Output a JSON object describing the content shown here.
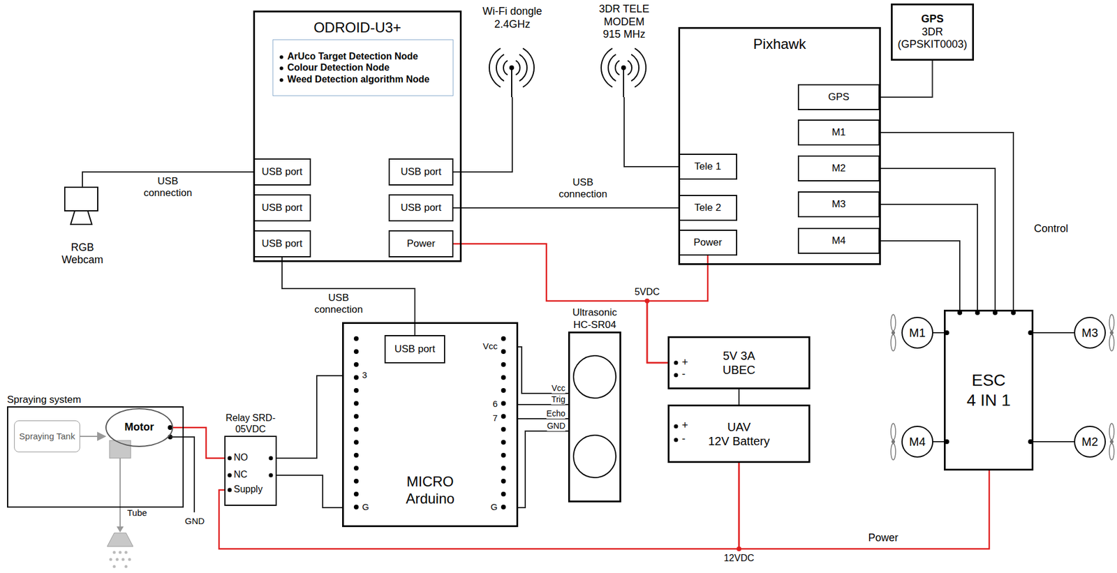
{
  "diagram": {
    "nodes": [
      {
        "text": [
          "ODROID-U3+"
        ]
      },
      {
        "text": [
          "ArUco Target Detection Node",
          "Colour Detection Node",
          "Weed Detection algorithm Node"
        ],
        "in": 0
      },
      {
        "text": [
          "USB port"
        ],
        "in": 0
      },
      {
        "text": [
          "USB port"
        ],
        "in": 0
      },
      {
        "text": [
          "USB port"
        ],
        "in": 0
      },
      {
        "text": [
          "USB port"
        ],
        "in": 0
      },
      {
        "text": [
          "USB port"
        ],
        "in": 0
      },
      {
        "text": [
          "Power"
        ],
        "in": 0
      },
      {
        "text": [
          "Wi-Fi dongle",
          "2.4GHz"
        ]
      },
      {
        "text": [
          "3DR TELE MODEM",
          "915 MHz"
        ]
      },
      {
        "text": [
          "Pixhawk"
        ]
      },
      {
        "text": [
          "GPS"
        ],
        "in": 10
      },
      {
        "text": [
          "M1"
        ],
        "in": 10
      },
      {
        "text": [
          "M2"
        ],
        "in": 10
      },
      {
        "text": [
          "M3"
        ],
        "in": 10
      },
      {
        "text": [
          "M4"
        ],
        "in": 10
      },
      {
        "text": [
          "Tele 1"
        ],
        "in": 10
      },
      {
        "text": [
          "Tele 2"
        ],
        "in": 10
      },
      {
        "text": [
          "Power"
        ],
        "in": 10
      },
      {
        "text": [
          "GPS",
          "3DR (GPSKIT0003)"
        ]
      },
      {
        "text": [
          "RGB Webcam"
        ]
      },
      {
        "text": [
          "MICRO Arduino"
        ]
      },
      {
        "text": [
          "USB port"
        ],
        "in": 21
      },
      {
        "text": [
          "Ultrasonic HC-SR04"
        ]
      },
      {
        "text": [
          "5V 3A UBEC"
        ]
      },
      {
        "text": [
          "UAV",
          "12V Battery"
        ]
      },
      {
        "text": [
          "ESC",
          "4 IN 1"
        ]
      },
      {
        "text": [
          "M1"
        ]
      },
      {
        "text": [
          "M3"
        ]
      },
      {
        "text": [
          "M4"
        ]
      },
      {
        "text": [
          "M2"
        ]
      },
      {
        "text": [
          "Spraying system"
        ]
      },
      {
        "text": [
          "Spraying Tank"
        ],
        "in": 31
      },
      {
        "text": [
          "Motor"
        ],
        "in": 31
      },
      {
        "text": [
          "Relay SRD-05VDC",
          "NO",
          "NC",
          "Supply"
        ]
      }
    ],
    "edges": [
      {
        "from": 20,
        "to": 2,
        "arrow": "none",
        "label": "USB connection"
      },
      {
        "from": 8,
        "to": 5,
        "arrow": "none"
      },
      {
        "from": 9,
        "to": 16,
        "arrow": "none"
      },
      {
        "from": 6,
        "to": 17,
        "arrow": "none",
        "label": "USB connection"
      },
      {
        "from": 4,
        "to": 22,
        "arrow": "none",
        "label": "USB connection"
      },
      {
        "from": 7,
        "to": 24,
        "arrow": "none",
        "label": "5VDC"
      },
      {
        "from": 18,
        "to": 24,
        "arrow": "none"
      },
      {
        "from": 24,
        "to": 25,
        "arrow": "none"
      },
      {
        "from": 11,
        "to": 19,
        "arrow": "none"
      },
      {
        "from": 12,
        "to": 26,
        "arrow": "none",
        "label": "Control"
      },
      {
        "from": 13,
        "to": 26,
        "arrow": "none"
      },
      {
        "from": 14,
        "to": 26,
        "arrow": "none"
      },
      {
        "from": 15,
        "to": 26,
        "arrow": "none"
      },
      {
        "from": 26,
        "to": 27,
        "arrow": "none"
      },
      {
        "from": 26,
        "to": 28,
        "arrow": "none"
      },
      {
        "from": 26,
        "to": 29,
        "arrow": "none"
      },
      {
        "from": 26,
        "to": 30,
        "arrow": "none"
      },
      {
        "from": 25,
        "to": 26,
        "arrow": "none",
        "label": "Power"
      },
      {
        "from": 25,
        "to": 34,
        "arrow": "none",
        "label": "12VDC"
      },
      {
        "from": 34,
        "to": 33,
        "arrow": "none"
      },
      {
        "from": 34,
        "to": 21,
        "arrow": "none"
      },
      {
        "from": 34,
        "to": 21,
        "arrow": "none"
      },
      {
        "from": 21,
        "to": 23,
        "arrow": "none"
      },
      {
        "from": 21,
        "to": 23,
        "arrow": "none"
      },
      {
        "from": 21,
        "to": 23,
        "arrow": "none"
      },
      {
        "from": 21,
        "to": 23,
        "arrow": "none"
      },
      {
        "from": 32,
        "to": 33,
        "arrow": "to"
      }
    ],
    "labels": [
      "3",
      "G",
      "Vcc",
      "6",
      "7",
      "G",
      "Vcc",
      "Trig",
      "Echo",
      "GND",
      "+",
      "-",
      "+",
      "-",
      "GND",
      "Tube"
    ]
  }
}
